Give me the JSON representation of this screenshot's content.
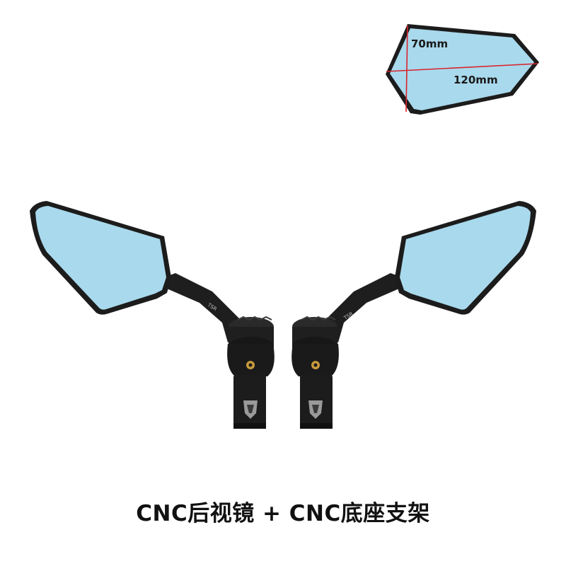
{
  "dimensions": {
    "height_label": "70mm",
    "width_label": "120mm"
  },
  "caption": "CNC后视镜 + CNC底座支架",
  "colors": {
    "glass": "#a9d9ec",
    "frame": "#1c1c1c",
    "dimension_line": "#d9232d",
    "background": "#ffffff"
  }
}
